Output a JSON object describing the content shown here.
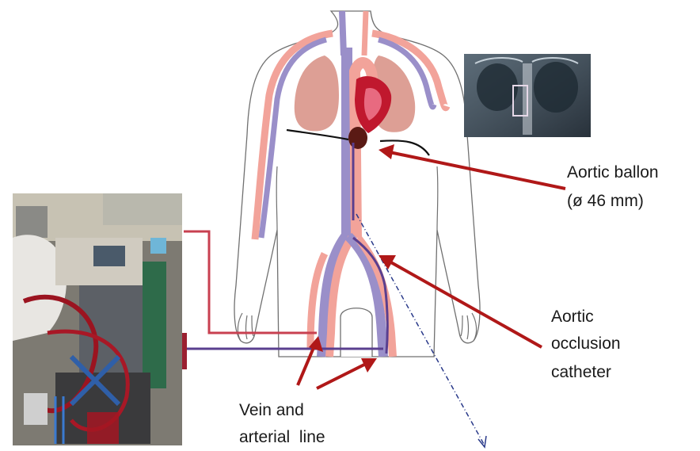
{
  "labels": {
    "aortic_balloon_line1": "Aortic ballon",
    "aortic_balloon_line2": "(ø 46 mm)",
    "aortic_catheter_line1": "Aortic",
    "aortic_catheter_line2": "occlusion",
    "aortic_catheter_line3": "catheter",
    "vein_line1": "Vein and",
    "vein_line2": "arterial  line"
  },
  "colors": {
    "artery": "#f2a39a",
    "vein": "#9a8fc9",
    "arrow": "#b01818",
    "tube_arterial": "#c84050",
    "tube_venous": "#5a3f8f",
    "balloon": "#5a1a14",
    "lung": "#d9958a",
    "heart": "#c0182e"
  },
  "icons": {
    "xray": "chest-xray-image",
    "photo": "ecmo-machine-photo"
  }
}
